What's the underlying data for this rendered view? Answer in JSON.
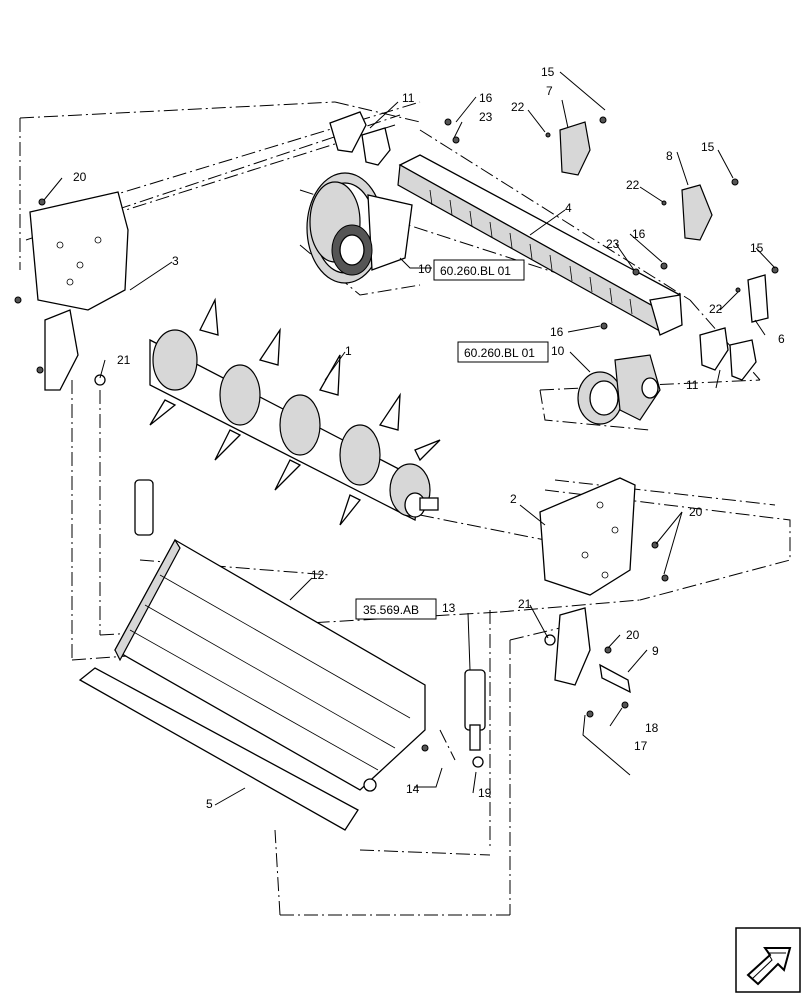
{
  "callouts": {
    "c1": "1",
    "c2": "2",
    "c3": "3",
    "c4": "4",
    "c5": "5",
    "c6": "6",
    "c7": "7",
    "c8": "8",
    "c9": "9",
    "c10a": "10",
    "c10b": "10",
    "c11a": "11",
    "c11b": "11",
    "c12": "12",
    "c13": "13",
    "c14": "14",
    "c15a": "15",
    "c15b": "15",
    "c15c": "15",
    "c16a": "16",
    "c16b": "16",
    "c16c": "16",
    "c17": "17",
    "c18": "18",
    "c19": "19",
    "c20a": "20",
    "c20b": "20",
    "c20c": "20",
    "c21a": "21",
    "c21b": "21",
    "c22a": "22",
    "c22b": "22",
    "c22c": "22",
    "c23a": "23",
    "c23b": "23"
  },
  "references": {
    "ref_bl_upper": "60.260.BL 01",
    "ref_bl_lower": "60.260.BL 01",
    "ref_ab": "35.569.AB"
  },
  "navigation": {
    "icon": "arrow-nav-icon"
  }
}
